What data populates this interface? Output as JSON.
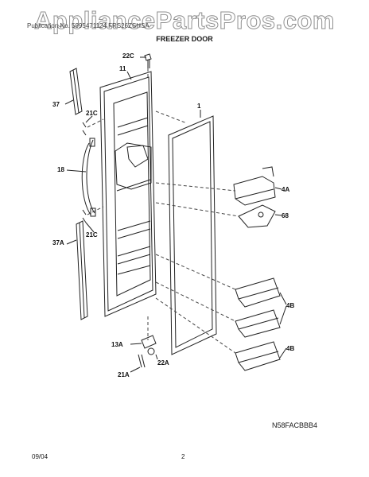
{
  "watermark": "AppliancePartsPros.com",
  "header_line": "Publication No. 5995471124 FRS26ZSHSA",
  "title": "FREEZER DOOR",
  "diagram_code": "N58FACBBB4",
  "footer": {
    "date": "09/04",
    "page": "2"
  },
  "callouts": {
    "c22C": "22C",
    "c11": "11",
    "c1": "1",
    "c37": "37",
    "c21C_top": "21C",
    "c18": "18",
    "c4A": "4A",
    "c68": "68",
    "c21C_bottom": "21C",
    "c37A": "37A",
    "c4B_top": "4B",
    "c13A": "13A",
    "c22A": "22A",
    "c4B_bottom": "4B",
    "c21A": "21A"
  }
}
